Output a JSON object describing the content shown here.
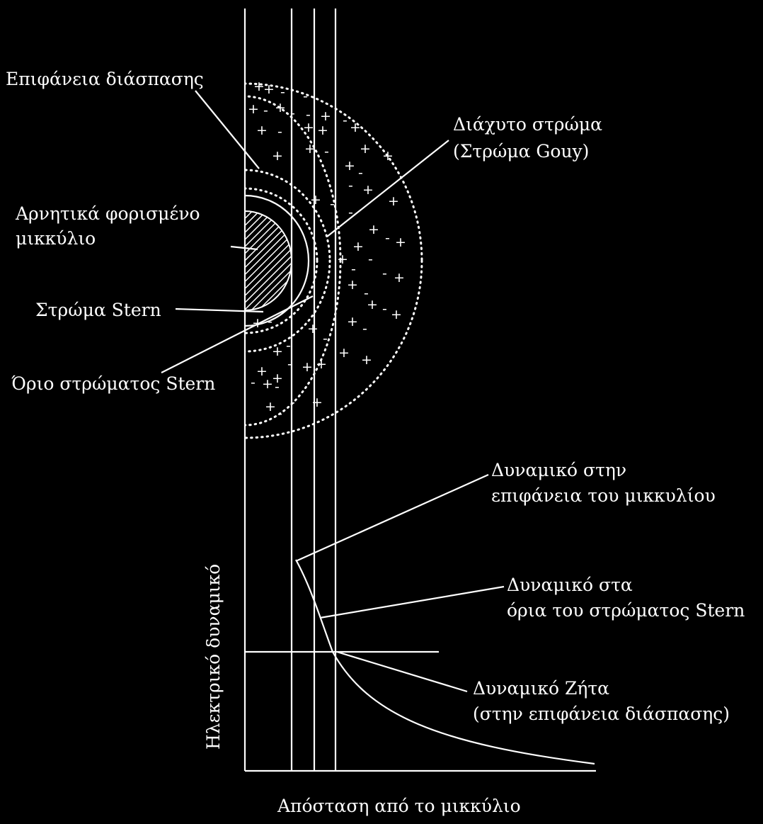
{
  "labels": {
    "slipping_plane": "Επιφάνεια διάσπασης",
    "negative_micelle_1": "Αρνητικά φορισμένο",
    "negative_micelle_2": "μικκύλιο",
    "stern_layer": "Στρώμα Stern",
    "stern_boundary": "Όριο στρώματος Stern",
    "diffuse_layer_1": "Διάχυτο στρώμα",
    "diffuse_layer_2": "(Στρώμα Gouy)",
    "surface_potential_1": "Δυναμικό στην",
    "surface_potential_2": "επιφάνεια του μικκυλίου",
    "stern_potential_1": "Δυναμικό στα",
    "stern_potential_2": "όρια του στρώματος Stern",
    "zeta_potential_1": "Δυναμικό Ζήτα",
    "zeta_potential_2": "(στην επιφάνεια  διάσπασης)"
  },
  "axes": {
    "xlabel": "Απόσταση από το μικκύλιο",
    "ylabel": "Ηλεκτρικό δυναμικό"
  },
  "colors": {
    "background": "#000000",
    "foreground": "#ffffff"
  }
}
